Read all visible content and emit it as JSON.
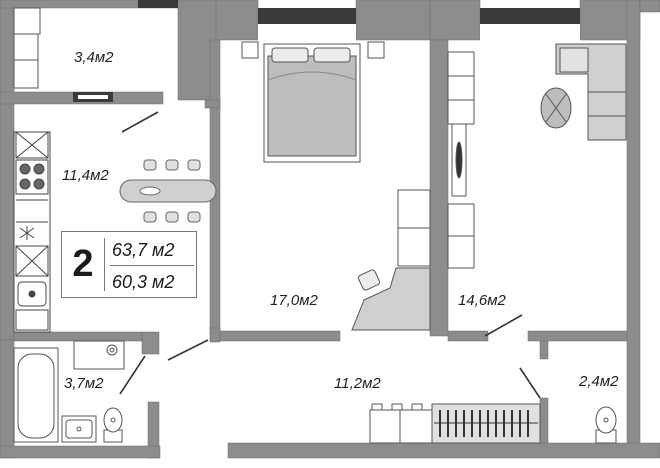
{
  "apartment": {
    "rooms_count": "2",
    "total_area": "63,7 м2",
    "living_area": "60,3 м2"
  },
  "rooms": [
    {
      "id": "balcony",
      "area": "3,4м2"
    },
    {
      "id": "kitchen",
      "area": "11,4м2"
    },
    {
      "id": "bedroom",
      "area": "17,0м2"
    },
    {
      "id": "living-room",
      "area": "14,6м2"
    },
    {
      "id": "bathroom",
      "area": "3,7м2"
    },
    {
      "id": "hallway",
      "area": "11,2м2"
    },
    {
      "id": "wc",
      "area": "2,4м2"
    }
  ],
  "colors": {
    "wall": "#8c8c8c",
    "furniture": "#d0d0d0",
    "window": "#3a3a3a"
  }
}
